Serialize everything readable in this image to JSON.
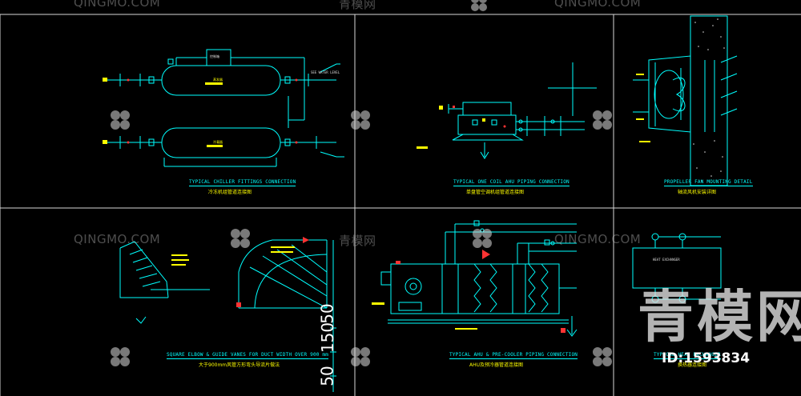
{
  "panels": [
    {
      "caption": "TYPICAL CHILLER FITTINGS CONNECTION",
      "subcaption": "冷冻机组管道连接图"
    },
    {
      "caption": "TYPICAL ONE COIL AHU PIPING CONNECTION",
      "subcaption": "单盘管空调机组管道连接图"
    },
    {
      "caption": "PROPELLER FAN MOUNTING DETAIL",
      "subcaption": "轴流风机安装详图"
    },
    {
      "caption": "SQUARE ELBOW & GUIDE VANES FOR DUCT WIDTH OVER 900 mm",
      "subcaption": "大于900mm风管方形弯头导流片做法"
    },
    {
      "caption": "TYPICAL AHU & PRE-COOLER PIPING CONNECTION",
      "subcaption": "AHU及预冷器管道连接图"
    },
    {
      "caption": "TYPICAL HEAT EXCHANGER",
      "subcaption": "换热器连接图"
    }
  ],
  "drawing_labels": {
    "chiller_top": "蒸发器",
    "chiller_top2": "冷凝器",
    "chiller_box": "控制箱",
    "water_level": "SEE WATER LEVEL",
    "heat_exchanger": "HEAT EXCHANGER",
    "dim_numbers": [
      "150",
      "50",
      "50"
    ]
  },
  "watermarks": {
    "site_en": "QINGMO.COM",
    "site_cn": "青模网",
    "big_cn": "青模网",
    "id_text": "ID:1593834"
  },
  "colors": {
    "line": "#00ffff",
    "accent": "#ffff00",
    "secondary": "#ff3333",
    "frame": "#ffffff",
    "background": "#000000"
  }
}
